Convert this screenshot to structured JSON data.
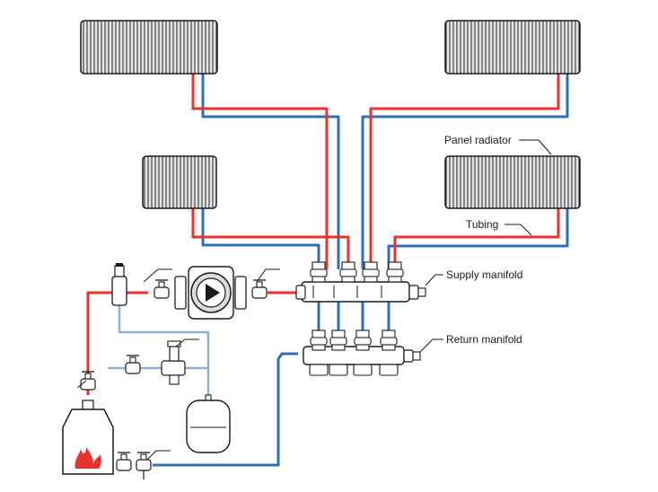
{
  "labels": {
    "panel_radiator": "Panel radiator",
    "tubing": "Tubing",
    "supply_manifold": "Supply manifold",
    "return_manifold": "Return manifold"
  },
  "colors": {
    "supply": "#e8322e",
    "return": "#2f6fb7",
    "expansion_line": "#8fb0d6",
    "outline": "#1a1a1a",
    "radiator_fill": "#dcdcdc",
    "flame": "#e8322e"
  },
  "components": [
    "radiator-top-left",
    "radiator-top-right",
    "radiator-middle-left",
    "radiator-middle-right",
    "circulator-pump",
    "expansion-tank",
    "boiler",
    "supply-manifold",
    "return-manifold"
  ]
}
